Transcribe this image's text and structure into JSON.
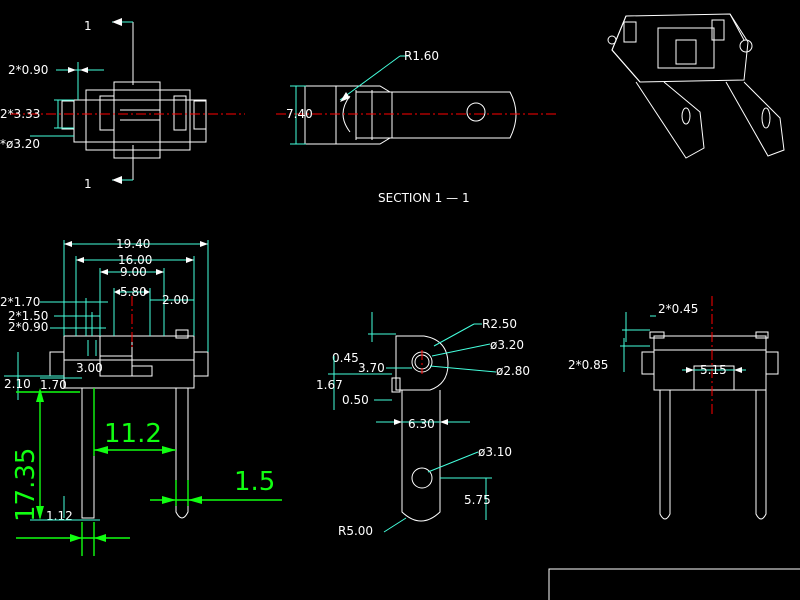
{
  "top_left": {
    "dim_090": "2*0.90",
    "dim_333": "2*3.33",
    "dim_320": "*ø3.20",
    "cut_label_top": "1",
    "cut_label_bottom": "1"
  },
  "section_view": {
    "dim_r160": "R1.60",
    "dim_740": "7.40",
    "caption": "SECTION   1 — 1"
  },
  "front_view": {
    "dim_1940": "19.40",
    "dim_1600": "16.00",
    "dim_900": "9.00",
    "dim_580": "5.80",
    "dim_200": "2.00",
    "dim_170": "2*1.70",
    "dim_150": "2*1.50",
    "dim_090": "2*0.90",
    "dim_300": "3.00",
    "dim_210": "2.10",
    "dim_170b": "1.70",
    "dim_112": "1.12"
  },
  "green_dims": {
    "dim_1735": "17.35",
    "dim_112": "11.2",
    "dim_15": "1.5"
  },
  "side_view": {
    "dim_r250": "R2.50",
    "dim_045": "0.45",
    "dim_dia320": "ø3.20",
    "dim_370": "3.70",
    "dim_dia280": "ø2.80",
    "dim_167": "1.67",
    "dim_050": "0.50",
    "dim_630": "6.30",
    "dim_dia310": "ø3.10",
    "dim_575": "5.75",
    "dim_r500": "R5.00"
  },
  "right_view": {
    "dim_045": "2*0.45",
    "dim_085": "2*0.85",
    "dim_515": "5.15"
  },
  "colors": {
    "background": "#000000",
    "lines": "#ffffff",
    "dim_lines": "#44ffdd",
    "centerline": "#ff0000",
    "green_dims": "#11ff11"
  }
}
